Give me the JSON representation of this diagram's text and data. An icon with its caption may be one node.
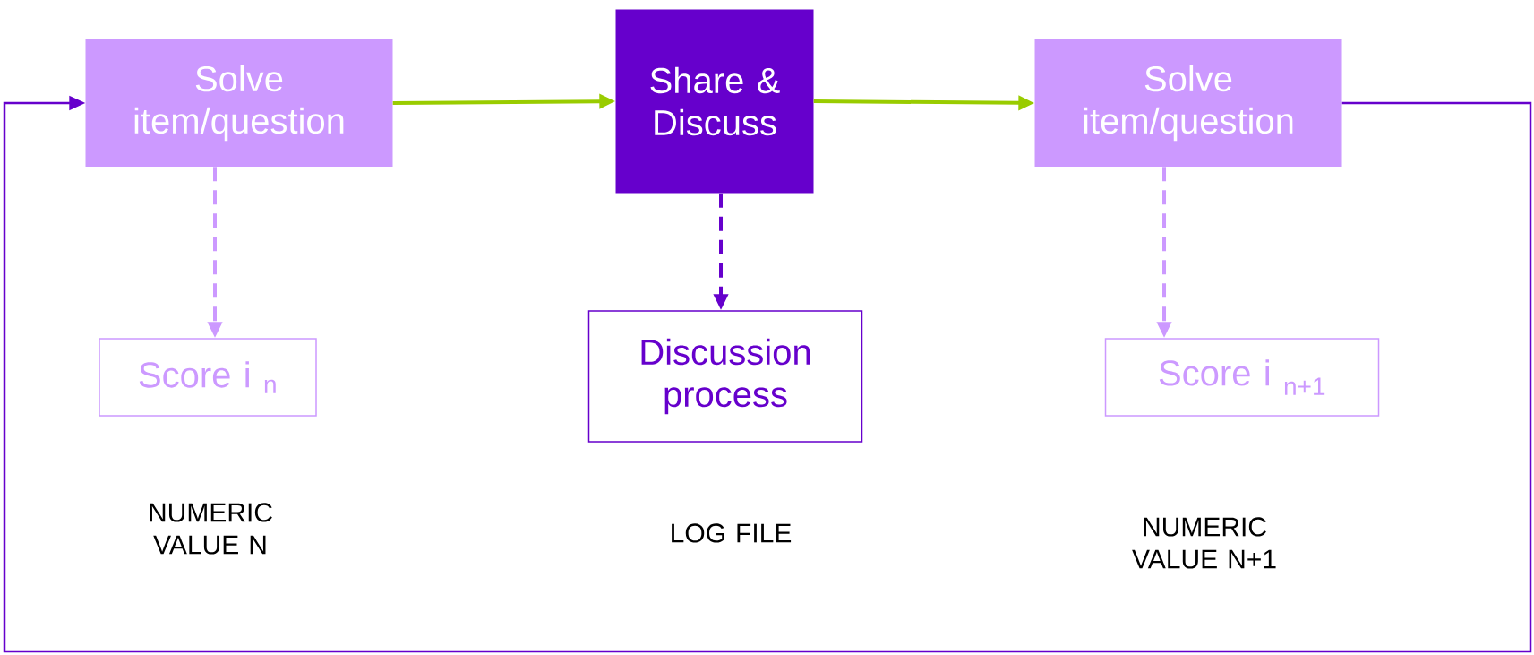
{
  "diagram": {
    "nodes": [
      {
        "text": [
          "Solve item/question"
        ]
      },
      {
        "text": [
          "Share & Discuss"
        ]
      },
      {
        "text": [
          "Solve item/question"
        ]
      },
      {
        "text": [
          "Score i $_{n}$"
        ]
      },
      {
        "text": [
          "Discussion process"
        ]
      },
      {
        "text": [
          "Score i $_{n+1}$"
        ]
      }
    ],
    "edges": [
      {
        "from": 0,
        "to": 1,
        "arrow": "to",
        "color": "#99cc00"
      },
      {
        "from": 1,
        "to": 2,
        "arrow": "to",
        "color": "#99cc00"
      },
      {
        "from": 0,
        "to": 3,
        "arrow": "to",
        "style": "dashed",
        "color": "#cc99ff"
      },
      {
        "from": 1,
        "to": 4,
        "arrow": "to",
        "style": "dashed",
        "color": "#6600cc"
      },
      {
        "from": 2,
        "to": 5,
        "arrow": "to",
        "style": "dashed",
        "color": "#cc99ff"
      },
      {
        "from": 2,
        "to": 0,
        "arrow": "to",
        "color": "#6600cc"
      }
    ],
    "labels": [
      "NUMERIC VALUE N",
      "LOG FILE",
      "NUMERIC VALUE N+1"
    ]
  }
}
